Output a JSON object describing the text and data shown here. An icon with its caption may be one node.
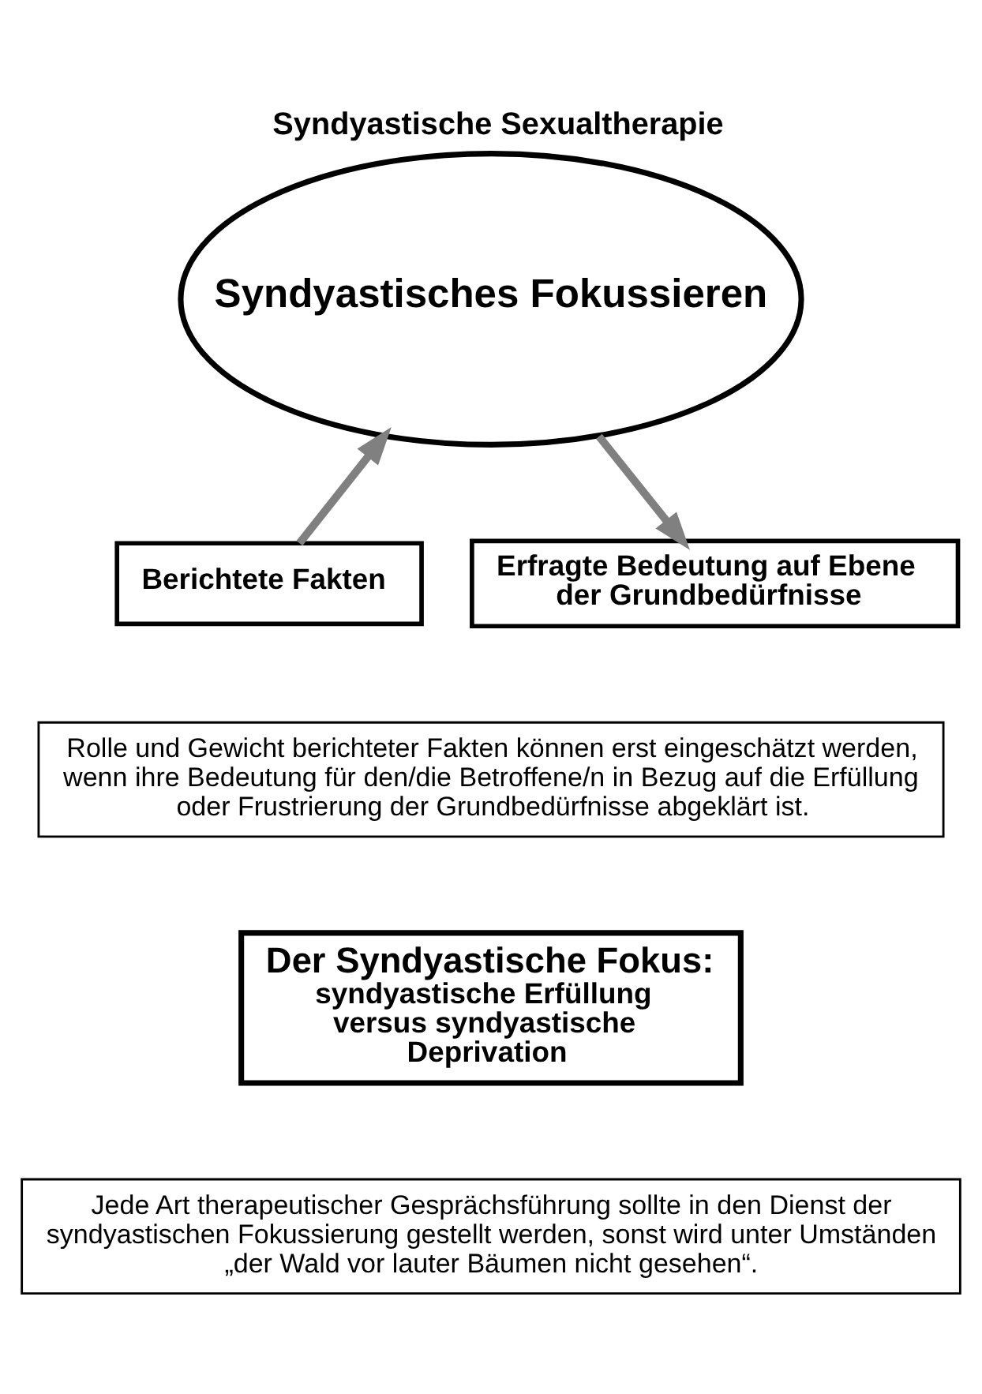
{
  "diagram": {
    "title": "Syndyastische Sexualtherapie",
    "nodes": [
      {
        "text": [
          "Syndyastisches Fokussieren"
        ]
      },
      {
        "text": [
          "Berichtete Fakten"
        ]
      },
      {
        "text": [
          "Erfragte Bedeutung auf Ebene der Grundbedürfnisse"
        ]
      },
      {
        "text": [
          "Rolle und Gewicht berichteter Fakten können erst eingeschätzt werden, wenn ihre Bedeutung für den/die Betroffene/n in Bezug auf die Erfüllung oder Frustrierung der Grundbedürfnisse abgeklärt ist."
        ]
      },
      {
        "text": [
          "Der Syndyastische Fokus:",
          "syndyastische Erfüllung versus syndyastische Deprivation"
        ]
      },
      {
        "text": [
          "Jede Art therapeutischer Gesprächsführung sollte in den Dienst der syndyastischen Fokussierung gestellt werden, sonst wird unter Umständen „der Wald vor lauter Bäumen nicht gesehen“."
        ]
      }
    ],
    "edges": [
      {
        "from": 1,
        "to": 0,
        "arrow": "to"
      },
      {
        "from": 0,
        "to": 2,
        "arrow": "to"
      }
    ]
  }
}
